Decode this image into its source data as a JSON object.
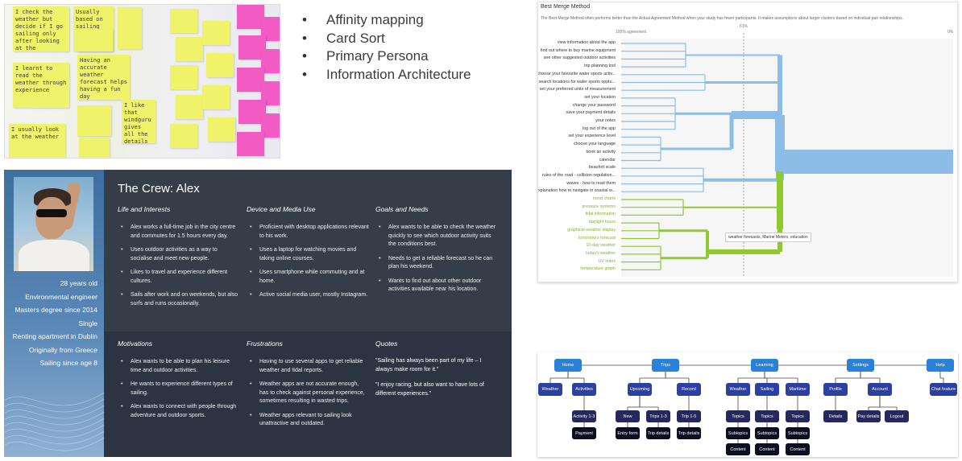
{
  "methods": [
    "Affinity mapping",
    "Card Sort",
    "Primary Persona",
    "Information Architecture"
  ],
  "notes": {
    "n1": "I check the weather but decide if I go sailing only after looking at the situation in site",
    "n2": "Usually based on sailing",
    "n3": "I learnt to read the weather through experience",
    "n4": "Having an accurate weather forecast helps having a fun day",
    "n5": "I like that windguru gives all the details",
    "n6": "I usually look at the weather"
  },
  "persona": {
    "title": "The Crew: Alex",
    "facts": [
      "28 years old",
      "Environmental engineer",
      "Masters degree since 2014",
      "Single",
      "Renting apartment in Dublin",
      "Originally from Greece",
      "Sailing since age 8"
    ],
    "life": {
      "heading": "Life and Interests",
      "items": [
        "Alex works a full-time job in the city centre and commutes for 1.5 hours every day.",
        "Uses outdoor activities as a way to socialise and meet new people.",
        "Likes to travel and experience different cultures.",
        "Sails after work and on weekends, but also surfs and runs occasionally."
      ]
    },
    "device": {
      "heading": "Device and Media Use",
      "items": [
        "Proficient with desktop applications relevant to his work.",
        "Uses a laptop for watching movies and taking online courses.",
        "Uses smartphone while commuting and at home.",
        "Active social media user, mostly Instagram."
      ]
    },
    "goals": {
      "heading": "Goals and Needs",
      "items": [
        "Alex wants to be able to check the weather quickly to see which outdoor activity suits the conditions best.",
        "Needs to get a reliable forecast so he can plan his weekend.",
        "Wants to find out about other outdoor activities available near his location."
      ]
    },
    "motivations": {
      "heading": "Motivations",
      "items": [
        "Alex wants to be able to plan his leisure time and outdoor activities.",
        "He wants to experience different types of sailing.",
        "Alex wants to connect with people through adventure and outdoor sports."
      ]
    },
    "frustrations": {
      "heading": "Frustrations",
      "items": [
        "Having to use several apps to get reliable weather and tidal reports.",
        "Weather apps are not accurate enough, has to check against personal experience, sometimes resulting in wasted trips.",
        "Weather apps relevant to sailing look unattractive and outdated."
      ]
    },
    "quotes": {
      "heading": "Quotes",
      "items": [
        "\"Sailing has always been part of my life – I always make room for it.\"",
        "\"I enjoy racing, but also want to have lots of different experiences.\""
      ]
    }
  },
  "dendrogram": {
    "title": "Best Merge Method",
    "description": "The Best Merge Method often performs better than the Actual Agreement Method when your study has fewer participants. It makes assumptions about larger clusters based on individual pair relationships.",
    "scale_left": "100% agreement",
    "scale_mid": "61%",
    "scale_right": "0%",
    "blue_leaves": [
      "view information about the app",
      "find out where to buy marine equipment",
      "see other suggested outdoor activities",
      "trip planning tool",
      "choose your favourite water sports activ...",
      "search locations for water sports opptu...",
      "set your preferred units of measurement",
      "set your location",
      "change your password",
      "save your payment details",
      "your notes",
      "log out of the app",
      "set your experience level",
      "choose your language",
      "book an activity",
      "calendar",
      "beaufort scale",
      "rules of the road - collision regulation...",
      "waves - how to read them",
      "explanation how to navigate in coastal w..."
    ],
    "green_leaves": [
      "trend charts",
      "pressure systems",
      "tidal information",
      "daylight hours",
      "graphical weather display",
      "tomorrow's forecast",
      "10-day weather",
      "today's weather",
      "UV index",
      "temperature graph"
    ],
    "tooltip": "weather forecasts, Marine Meters, education",
    "colors": {
      "blue": "#8bbde6",
      "green": "#8fc92e"
    }
  },
  "sitemap": {
    "top": [
      "Home",
      "Trips",
      "Learning",
      "Settings",
      "Help"
    ],
    "level1": [
      "Weather",
      "Activities",
      "Upcoming",
      "Record",
      "Weather",
      "Sailing",
      "Maritime",
      "Profile",
      "Account",
      "Chat feature"
    ],
    "level2": [
      "Activity 1-3",
      "New",
      "Trips 1-3",
      "Trip 1-5",
      "Topics",
      "Topics",
      "Topics",
      "Details",
      "Pay details",
      "Logout"
    ],
    "level3": [
      "Payment",
      "Entry form",
      "Trip details",
      "Trip details",
      "Subtopics",
      "Subtopics",
      "Subtopics"
    ],
    "level4": [
      "Content",
      "Content",
      "Content"
    ]
  }
}
